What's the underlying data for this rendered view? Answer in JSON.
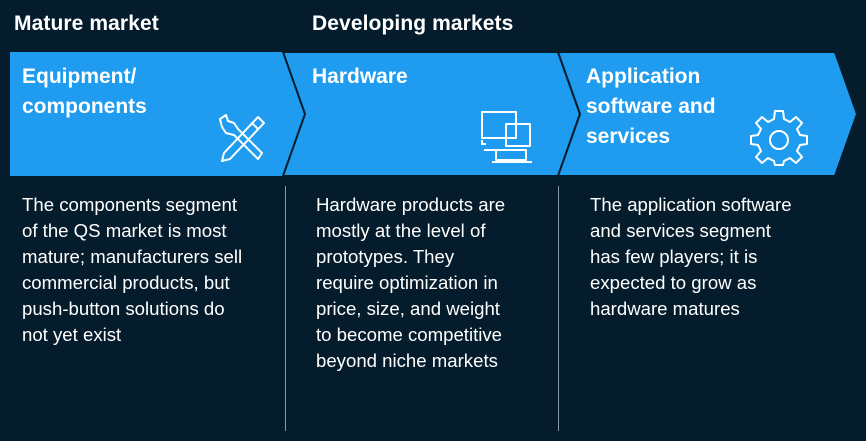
{
  "headers": {
    "mature": "Mature market",
    "developing": "Developing markets"
  },
  "stages": [
    {
      "title": "Equipment/\ncomponents",
      "icon": "tools-icon",
      "description": "The components segment\nof the QS market is most\nmature; manufacturers sell\ncommercial products, but\npush-button solutions do\nnot yet exist"
    },
    {
      "title": "Hardware",
      "icon": "devices-icon",
      "description": "Hardware products are\nmostly at the level of\nprototypes. They\nrequire optimization in\nprice, size, and weight\nto become competitive\nbeyond niche markets"
    },
    {
      "title": "Application\nsoftware and\nservices",
      "icon": "gear-icon",
      "description": "The application software\nand services segment\nhas few players; it is\nexpected to grow as\nhardware matures"
    }
  ],
  "colors": {
    "background": "#051c2c",
    "chevron": "#1f9cf0",
    "chevron_border": "#051c2c",
    "text": "#ffffff",
    "divider": "#8a96a2"
  }
}
